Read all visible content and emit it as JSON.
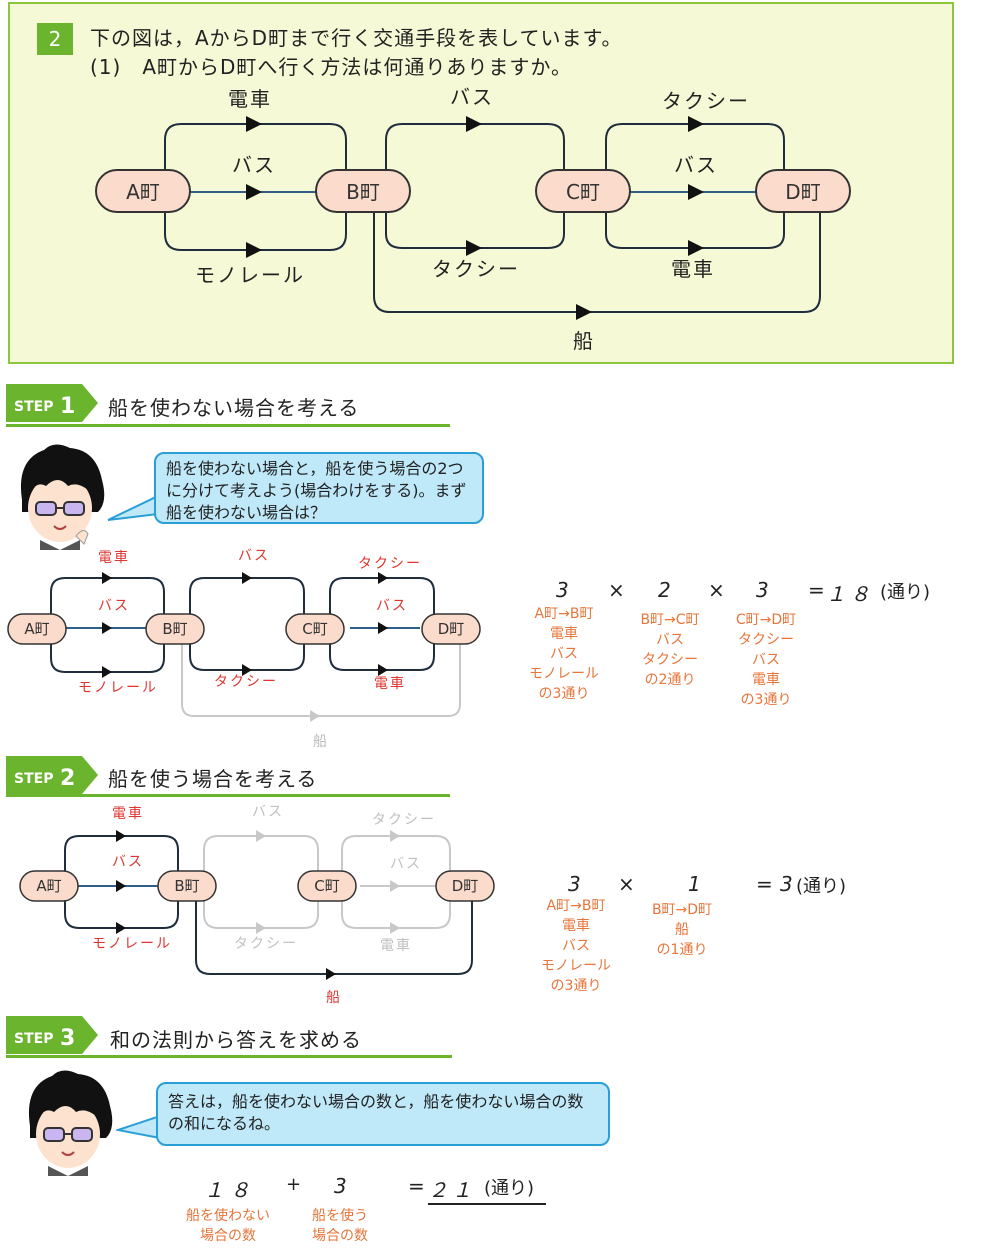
{
  "problem": {
    "number": "2",
    "line1": "下の図は，AからD町まで行く交通手段を表しています。",
    "line2": "(1)　A町からD町へ行く方法は何通りありますか。",
    "towns": [
      "A町",
      "B町",
      "C町",
      "D町"
    ],
    "routes": {
      "ab_top": "電車",
      "ab_mid": "バス",
      "ab_bot": "モノレール",
      "bc_top": "バス",
      "bc_bot": "タクシー",
      "cd_top": "タクシー",
      "cd_mid": "バス",
      "cd_bot": "電車",
      "bd_ship": "船"
    }
  },
  "step1": {
    "tag": "STEP",
    "num": "1",
    "title": "船を使わない場合を考える",
    "bubble": "船を使わない場合と，船を使う場合の2つに分けて考えよう(場合わけをする)。まず船を使わない場合は？",
    "calc": {
      "a": "3",
      "op1": "×",
      "b": "2",
      "op2": "×",
      "c": "3",
      "eq": "=",
      "result": "１８",
      "unit": "(通り)"
    },
    "notes": {
      "ab": [
        "A町→B町",
        "電車",
        "バス",
        "モノレール",
        "の3通り"
      ],
      "bc": [
        "B町→C町",
        "バス",
        "タクシー",
        "の2通り"
      ],
      "cd": [
        "C町→D町",
        "タクシー",
        "バス",
        "電車",
        "の3通り"
      ]
    }
  },
  "step2": {
    "tag": "STEP",
    "num": "2",
    "title": "船を使う場合を考える",
    "calc": {
      "a": "3",
      "op1": "×",
      "b": "1",
      "eq": "=",
      "result": "3",
      "unit": "(通り)"
    },
    "notes": {
      "ab": [
        "A町→B町",
        "電車",
        "バス",
        "モノレール",
        "の3通り"
      ],
      "bd": [
        "B町→D町",
        "船",
        "の1通り"
      ]
    }
  },
  "step3": {
    "tag": "STEP",
    "num": "3",
    "title": "和の法則から答えを求める",
    "bubble": "答えは，船を使わない場合の数と，船を使わない場合の数の和になるね。",
    "calc": {
      "a": "１８",
      "op": "+",
      "b": "3",
      "eq": "=",
      "result": "２１",
      "unit": "(通り)"
    },
    "notes": {
      "a": [
        "船を使わない",
        "場合の数"
      ],
      "b": [
        "船を使う",
        "場合の数"
      ]
    }
  },
  "colors": {
    "accent_green": "#6ab42e",
    "town_fill": "#fbdccc",
    "note_orange": "#e8753a",
    "label_red": "#e0352f",
    "bubble_fill": "#bfe8f8"
  }
}
